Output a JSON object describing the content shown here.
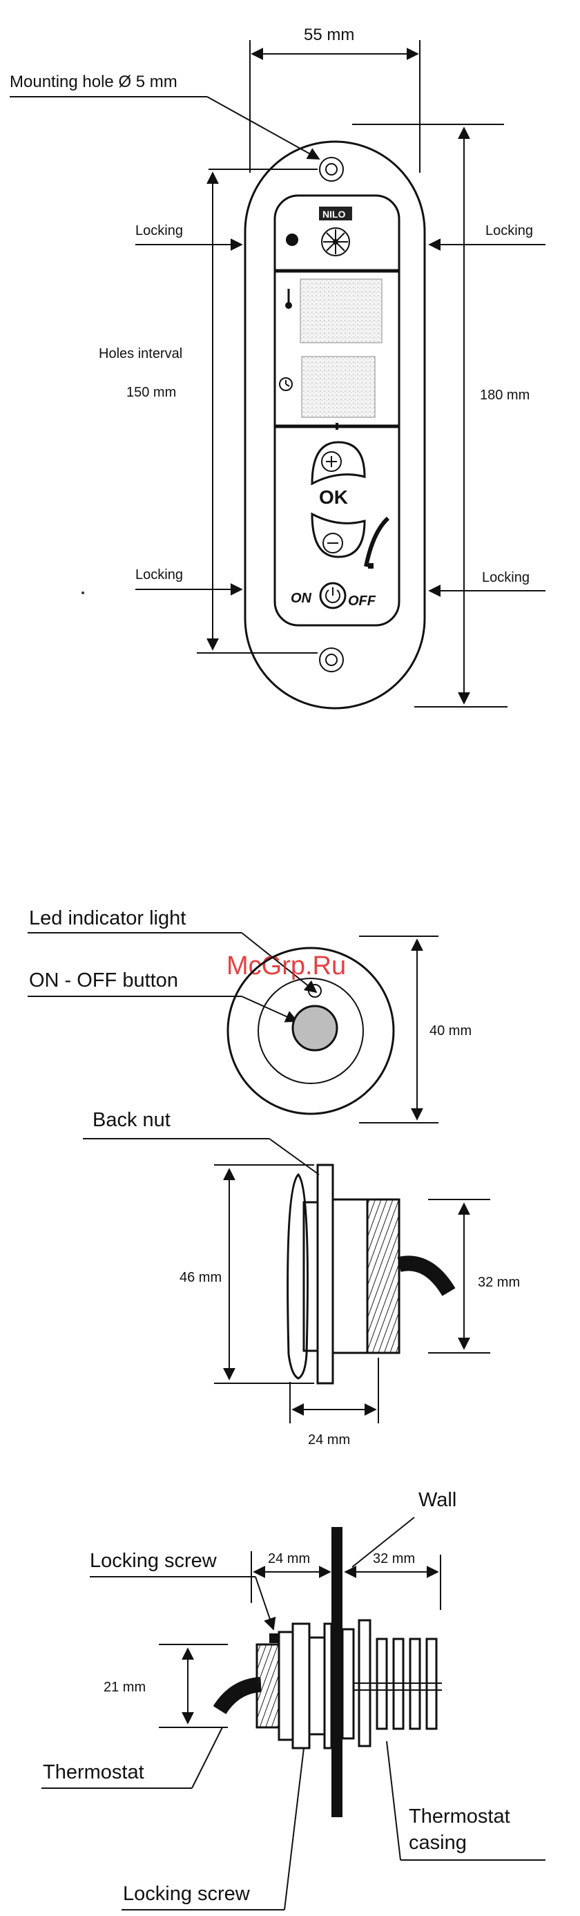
{
  "watermark": "McGrp.Ru",
  "front_view": {
    "width_label": "55 mm",
    "mounting_hole_label": "Mounting hole Ø 5 mm",
    "locking_labels": [
      "Locking",
      "Locking",
      "Locking",
      "Locking"
    ],
    "holes_interval_label": "Holes interval",
    "holes_interval_value": "150 mm",
    "height_label": "180 mm",
    "brand_label": "NILO",
    "ok_label": "OK",
    "on_label": "ON",
    "off_label": "OFF"
  },
  "button_view": {
    "led_label": "Led indicator light",
    "onoff_label": "ON - OFF button",
    "diameter_label": "40 mm"
  },
  "side_view": {
    "back_nut_label": "Back nut",
    "height_label": "46 mm",
    "thread_label": "32 mm",
    "depth_label": "24 mm"
  },
  "install_view": {
    "wall_label": "Wall",
    "locking_screw_top": "Locking screw",
    "dim_left": "24 mm",
    "dim_right": "32 mm",
    "height_label": "21 mm",
    "thermostat_label": "Thermostat",
    "casing_line1": "Thermostat",
    "casing_line2": "casing",
    "locking_screw_bottom": "Locking screw"
  }
}
